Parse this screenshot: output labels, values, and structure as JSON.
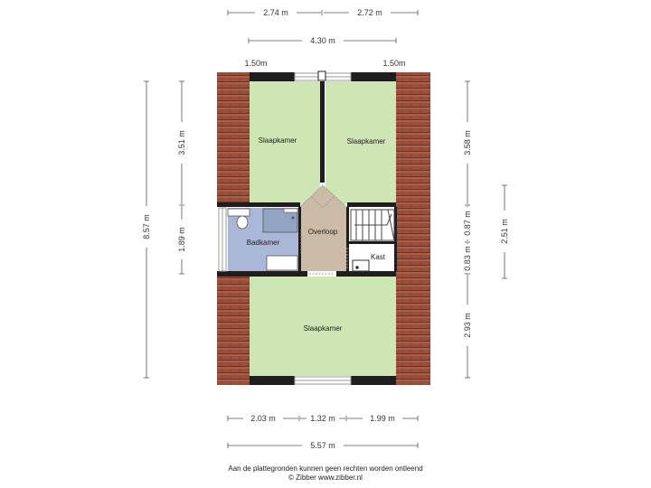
{
  "dimensions": {
    "top_left": "2.74 m",
    "top_right": "2.72 m",
    "top_overall": "4.30 m",
    "top_window_left": "1.50m",
    "top_window_right": "1.50m",
    "left_overall": "8.57 m",
    "left_upper": "3.51 m",
    "left_middle": "1.89 m",
    "right_upper": "3.58 m",
    "right_stair": "0.87 m",
    "right_kast": "0.83 m",
    "right_lower": "2.93 m",
    "right_far": "2.51 m",
    "bottom_left": "2.03 m",
    "bottom_middle": "1.32 m",
    "bottom_right": "1.99 m",
    "bottom_overall": "5.57 m"
  },
  "rooms": {
    "bedroom_top_left": "Slaapkamer",
    "bedroom_top_right": "Slaapkamer",
    "bathroom": "Badkamer",
    "landing": "Overloop",
    "closet": "Kast",
    "bedroom_bottom": "Slaapkamer"
  },
  "colors": {
    "bedroom": "#cde6b4",
    "bathroom": "#a8b8d6",
    "landing": "#cbbba7",
    "roof_tiles": "#9b4e3a",
    "wall": "#1e1e1e"
  },
  "footer": {
    "disclaimer": "Aan de plattegronden kunnen geen rechten worden ontleend",
    "credit": "© Zibber www.zibber.nl"
  }
}
